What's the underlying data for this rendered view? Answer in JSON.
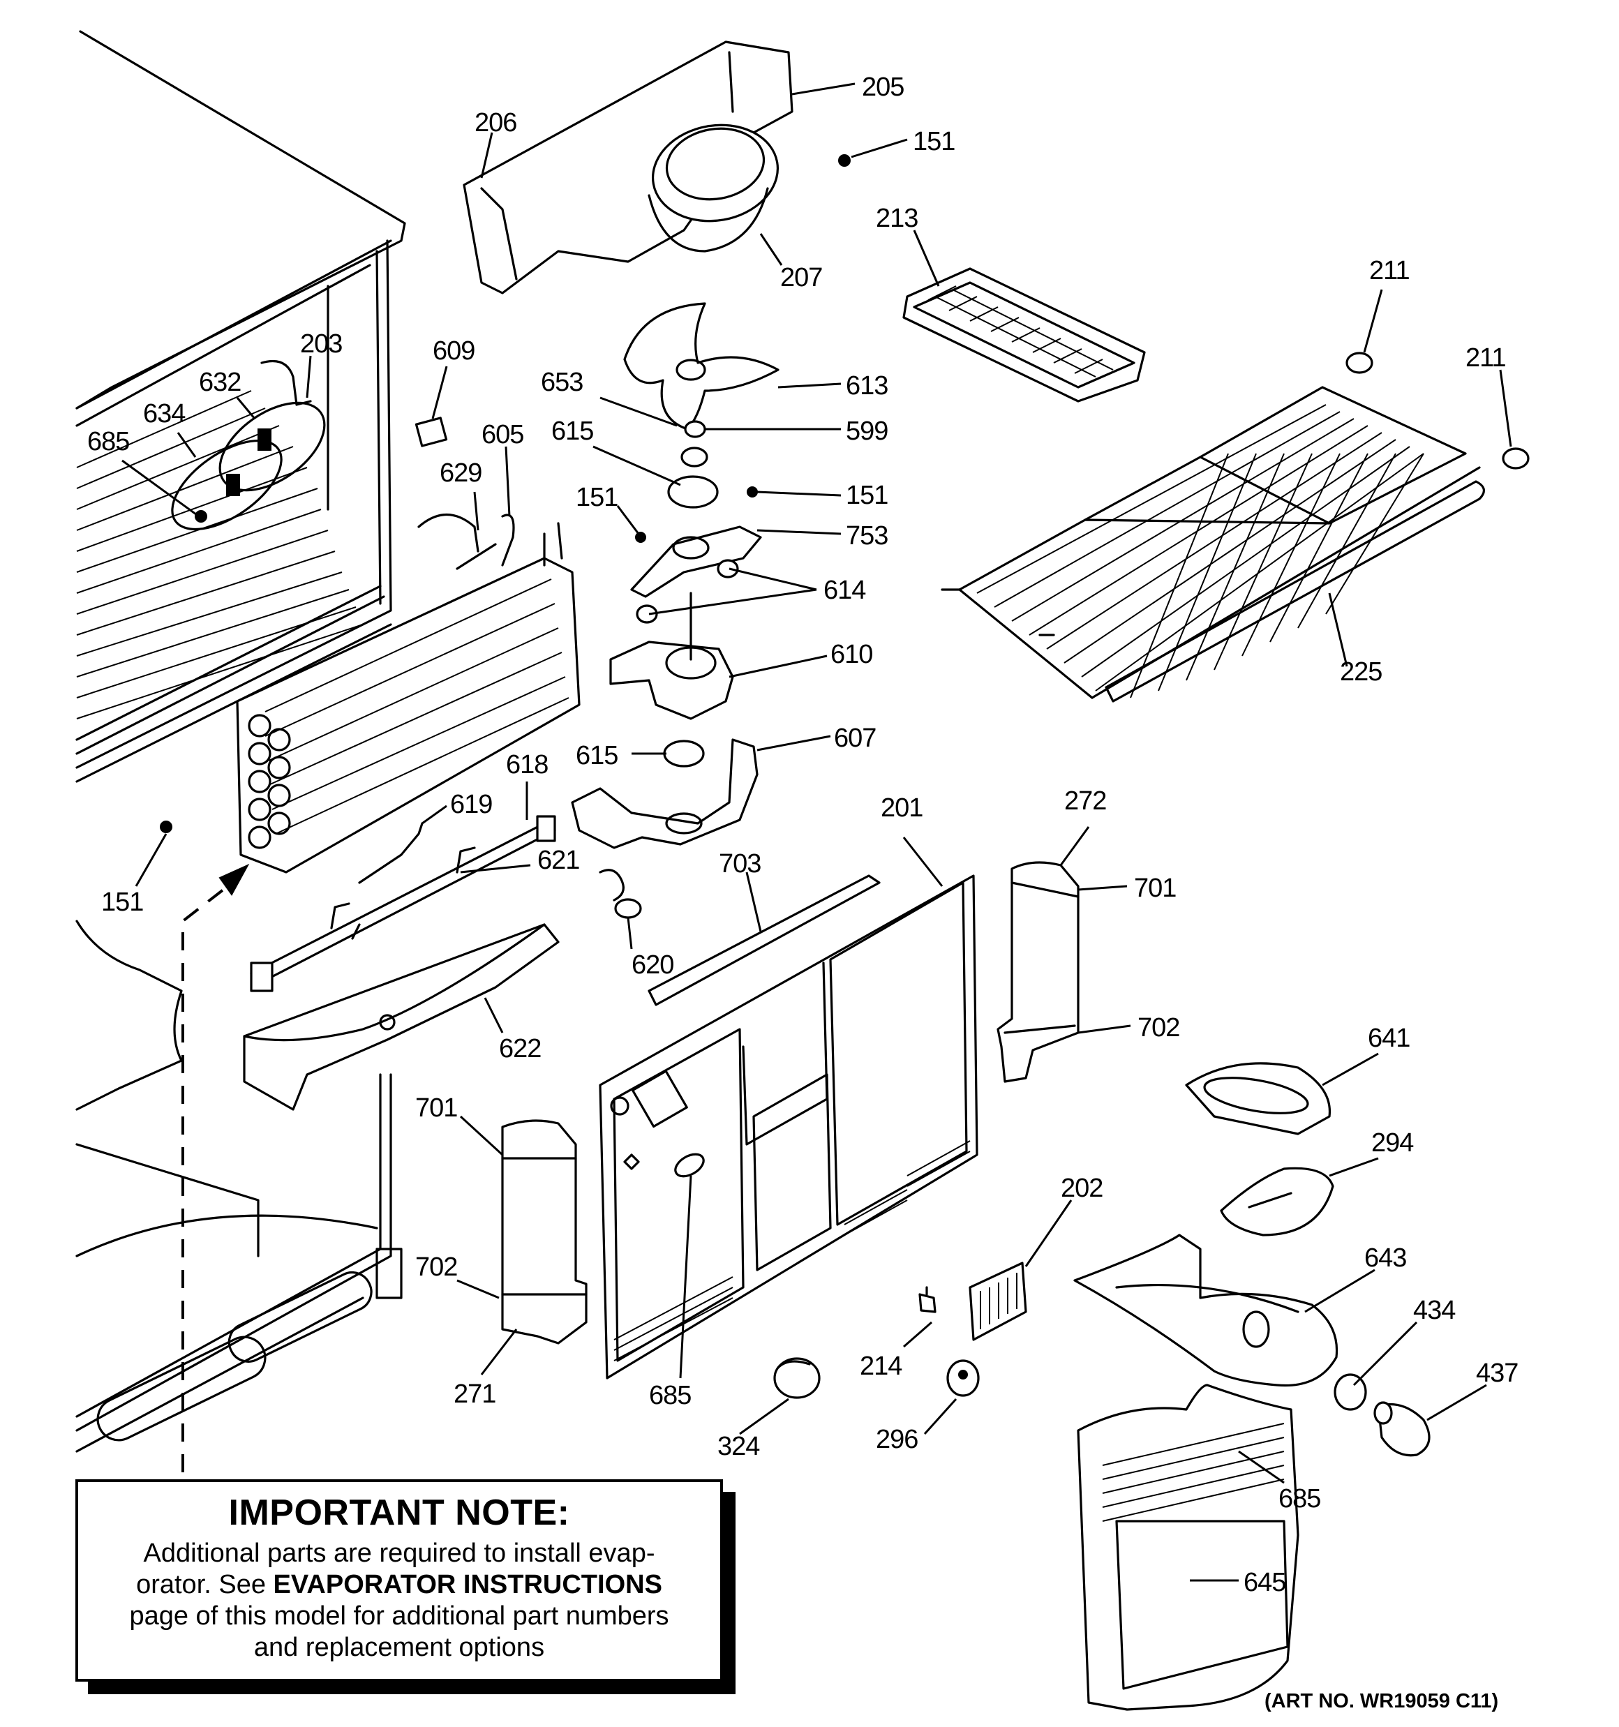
{
  "note": {
    "title": "IMPORTANT NOTE:",
    "line1": "Additional parts are required to install evap-",
    "line2_pre": "orator.  See ",
    "line2_bold": "EVAPORATOR INSTRUCTIONS",
    "line3": "page of this model for additional part numbers",
    "line4": "and replacement options"
  },
  "art_number": "(ART NO. WR19059 C11)",
  "callouts": [
    "205",
    "151",
    "206",
    "207",
    "213",
    "211",
    "211",
    "203",
    "609",
    "632",
    "634",
    "685",
    "653",
    "613",
    "599",
    "615",
    "605",
    "629",
    "151",
    "151",
    "753",
    "614",
    "610",
    "225",
    "151",
    "607",
    "615",
    "618",
    "619",
    "621",
    "201",
    "272",
    "701",
    "703",
    "620",
    "702",
    "622",
    "641",
    "701",
    "294",
    "202",
    "702",
    "643",
    "434",
    "437",
    "214",
    "271",
    "685",
    "296",
    "324",
    "685",
    "645"
  ]
}
